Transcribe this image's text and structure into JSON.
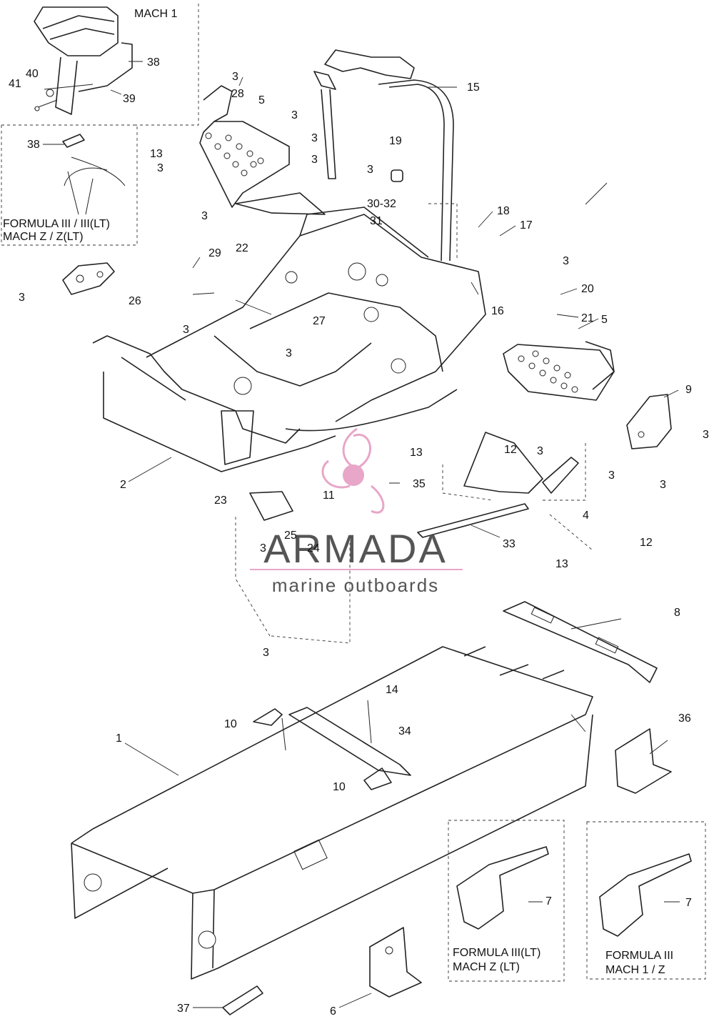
{
  "inset_labels": {
    "mach1": "MACH 1",
    "formula_top_line1": "FORMULA III / III(LT)",
    "formula_top_line2": "MACH Z / Z(LT)",
    "formula_lt_line1": "FORMULA III(LT)",
    "formula_lt_line2": "MACH Z (LT)",
    "formula_iii_line1": "FORMULA  III",
    "formula_iii_line2": "MACH 1 / Z"
  },
  "watermark": {
    "brand": "ARMADA",
    "tagline": "marine outboards",
    "color": "#e8a6c8"
  },
  "callouts": [
    {
      "id": "41",
      "text": "41"
    },
    {
      "id": "40",
      "text": "40"
    },
    {
      "id": "39",
      "text": "39"
    },
    {
      "id": "38a",
      "text": "38"
    },
    {
      "id": "38b",
      "text": "38"
    },
    {
      "id": "3a",
      "text": "3"
    },
    {
      "id": "28",
      "text": "28"
    },
    {
      "id": "5a",
      "text": "5"
    },
    {
      "id": "3b",
      "text": "3"
    },
    {
      "id": "13a",
      "text": "13"
    },
    {
      "id": "3c",
      "text": "3"
    },
    {
      "id": "3d",
      "text": "3"
    },
    {
      "id": "3e",
      "text": "3"
    },
    {
      "id": "19",
      "text": "19"
    },
    {
      "id": "15",
      "text": "15"
    },
    {
      "id": "3f",
      "text": "3"
    },
    {
      "id": "30-32",
      "text": "30-32"
    },
    {
      "id": "18",
      "text": "18"
    },
    {
      "id": "17",
      "text": "17"
    },
    {
      "id": "31",
      "text": "31"
    },
    {
      "id": "3g",
      "text": "3"
    },
    {
      "id": "29",
      "text": "29"
    },
    {
      "id": "22",
      "text": "22"
    },
    {
      "id": "3h",
      "text": "3"
    },
    {
      "id": "3i",
      "text": "3"
    },
    {
      "id": "26",
      "text": "26"
    },
    {
      "id": "20",
      "text": "20"
    },
    {
      "id": "16",
      "text": "16"
    },
    {
      "id": "27",
      "text": "27"
    },
    {
      "id": "21",
      "text": "21"
    },
    {
      "id": "3j",
      "text": "3"
    },
    {
      "id": "3k",
      "text": "3"
    },
    {
      "id": "5b",
      "text": "5"
    },
    {
      "id": "9",
      "text": "9"
    },
    {
      "id": "3l",
      "text": "3"
    },
    {
      "id": "13b",
      "text": "13"
    },
    {
      "id": "12a",
      "text": "12"
    },
    {
      "id": "3m",
      "text": "3"
    },
    {
      "id": "3n",
      "text": "3"
    },
    {
      "id": "3o",
      "text": "3"
    },
    {
      "id": "2",
      "text": "2"
    },
    {
      "id": "35",
      "text": "35"
    },
    {
      "id": "11",
      "text": "11"
    },
    {
      "id": "23",
      "text": "23"
    },
    {
      "id": "4",
      "text": "4"
    },
    {
      "id": "25",
      "text": "25"
    },
    {
      "id": "24",
      "text": "24"
    },
    {
      "id": "3p",
      "text": "3"
    },
    {
      "id": "33",
      "text": "33"
    },
    {
      "id": "12b",
      "text": "12"
    },
    {
      "id": "13c",
      "text": "13"
    },
    {
      "id": "8",
      "text": "8"
    },
    {
      "id": "3q",
      "text": "3"
    },
    {
      "id": "14",
      "text": "14"
    },
    {
      "id": "10a",
      "text": "10"
    },
    {
      "id": "34",
      "text": "34"
    },
    {
      "id": "36",
      "text": "36"
    },
    {
      "id": "1",
      "text": "1"
    },
    {
      "id": "10b",
      "text": "10"
    },
    {
      "id": "7a",
      "text": "7"
    },
    {
      "id": "7b",
      "text": "7"
    },
    {
      "id": "37",
      "text": "37"
    },
    {
      "id": "6",
      "text": "6"
    }
  ]
}
